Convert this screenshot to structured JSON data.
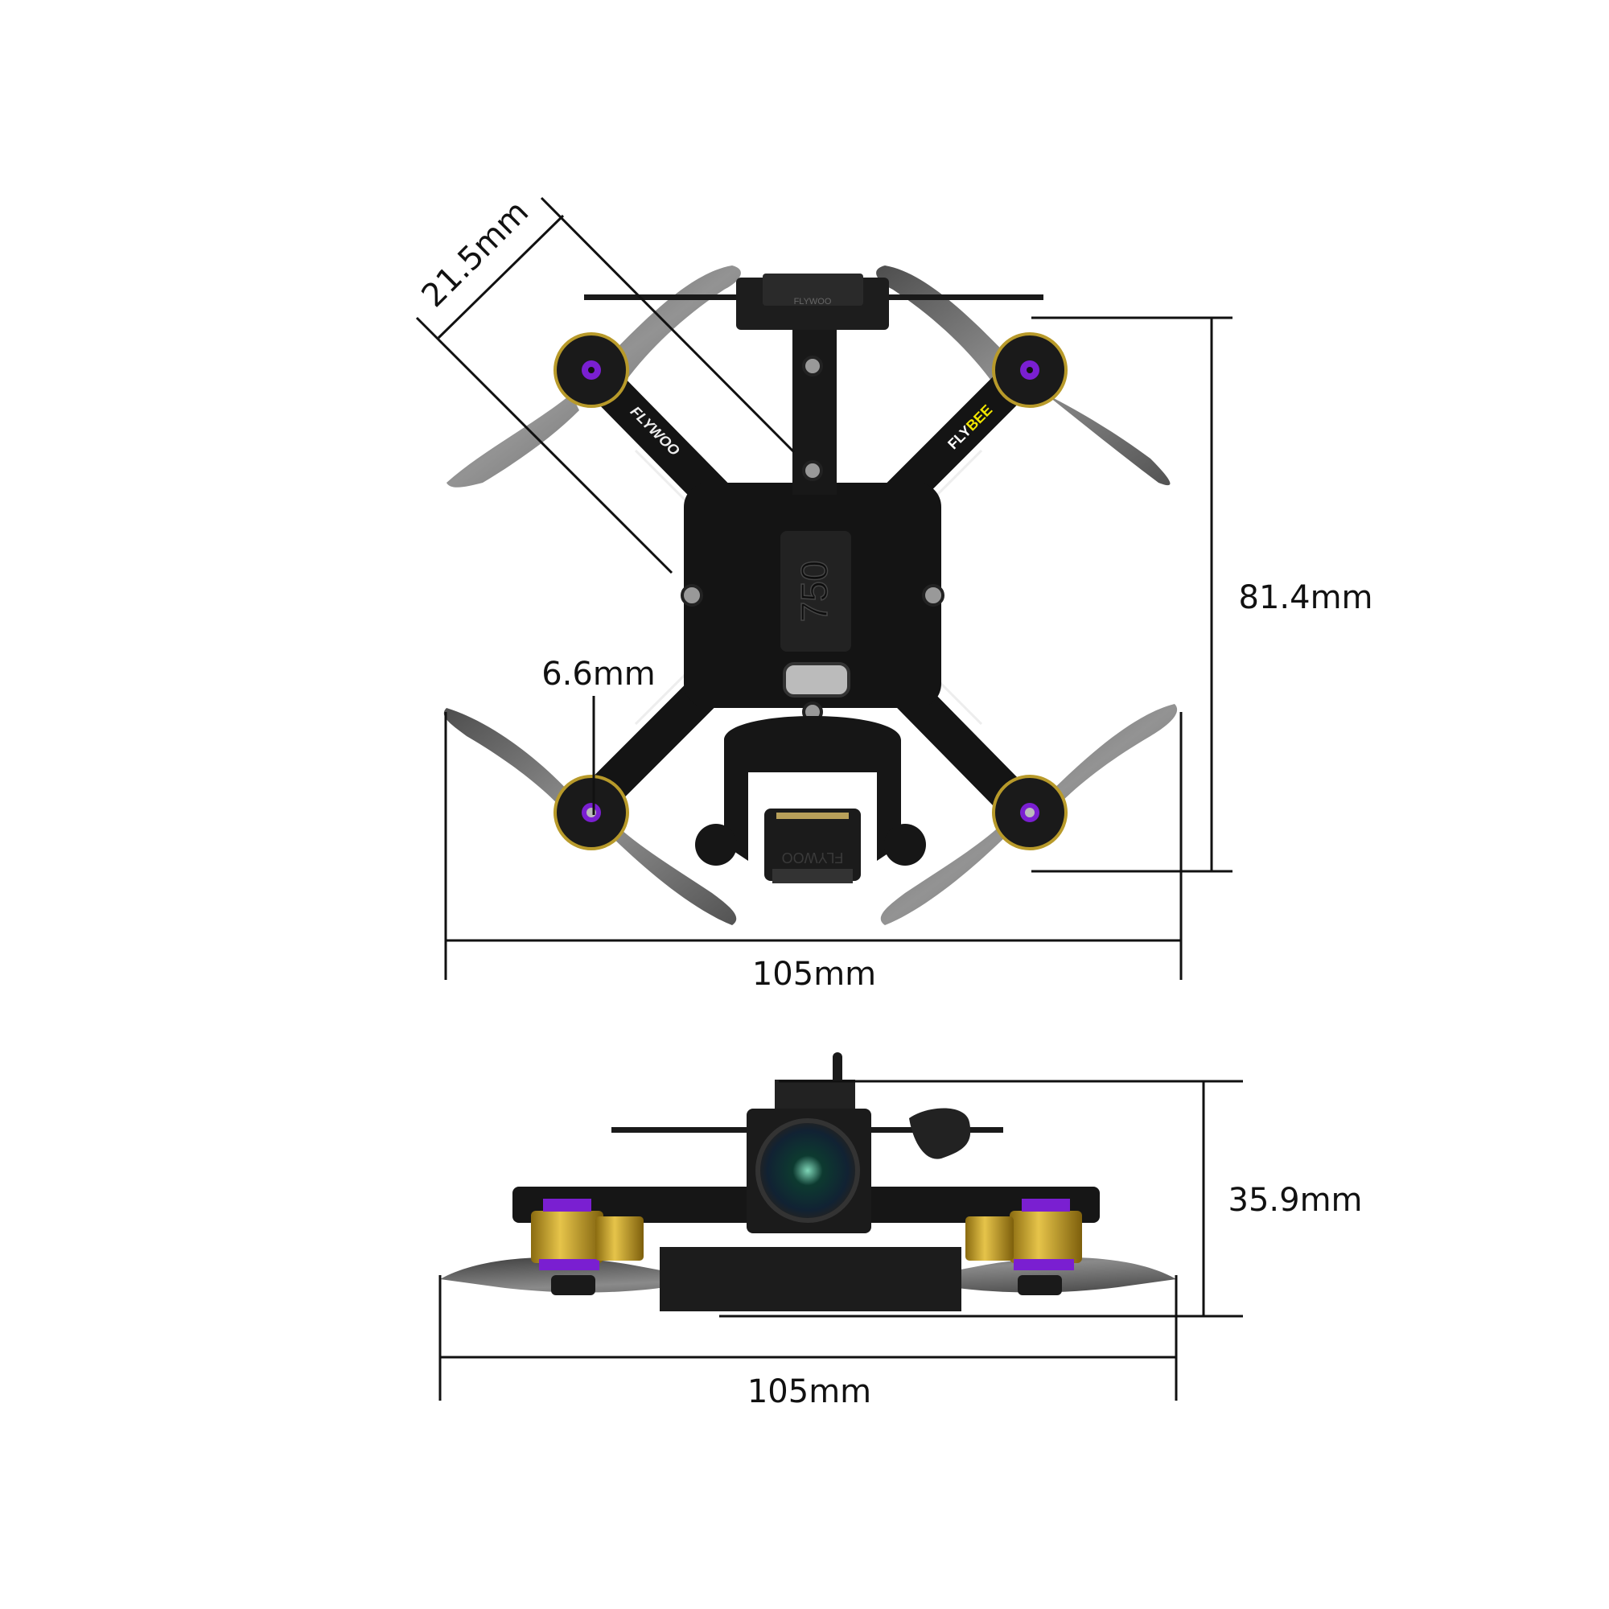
{
  "top_view": {
    "dimensions": {
      "prop_diameter": "21.5mm",
      "motor_diameter": "6.6mm",
      "length": "81.4mm",
      "width": "105mm"
    },
    "logos": {
      "frame_brand": "FLYWOO",
      "frame_model_prefix": "FLY",
      "frame_model_suffix": "BEE",
      "battery_label": "750",
      "camera_brand": "FLYWOO"
    }
  },
  "side_view": {
    "dimensions": {
      "height": "35.9mm",
      "width": "105mm"
    }
  },
  "colors": {
    "dimension_lines": "#111111",
    "frame": "#141414",
    "propeller": "#5a5a5a",
    "motor_accent": "#7a1fd1",
    "motor_bell": "#c9a227",
    "flybee_yellow": "#f2e600"
  }
}
